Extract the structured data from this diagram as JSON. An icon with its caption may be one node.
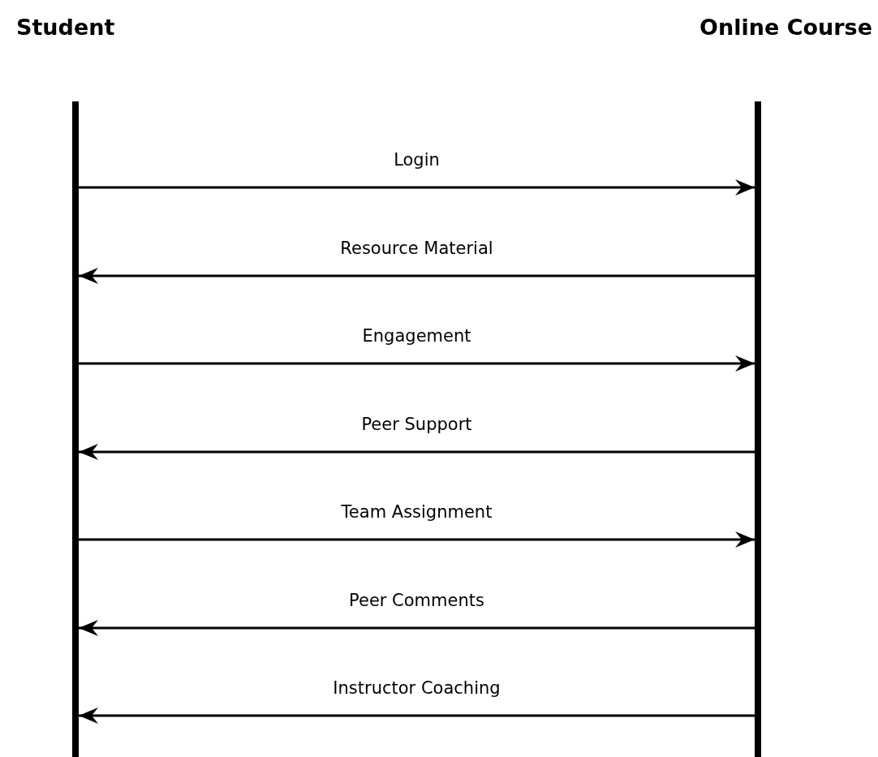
{
  "diagram": {
    "nodes": [
      {
        "text": [
          "Student"
        ]
      },
      {
        "text": [
          "Online Course"
        ]
      }
    ],
    "edges": [
      {
        "from": 0,
        "to": 1,
        "arrow": "to",
        "label": "Login"
      },
      {
        "from": 1,
        "to": 0,
        "arrow": "to",
        "label": "Resource Material"
      },
      {
        "from": 0,
        "to": 1,
        "arrow": "to",
        "label": "Engagement"
      },
      {
        "from": 1,
        "to": 0,
        "arrow": "to",
        "label": "Peer Support"
      },
      {
        "from": 0,
        "to": 1,
        "arrow": "to",
        "label": "Team Assignment"
      },
      {
        "from": 1,
        "to": 0,
        "arrow": "to",
        "label": "Peer Comments"
      },
      {
        "from": 1,
        "to": 0,
        "arrow": "to",
        "label": "Instructor Coaching"
      }
    ]
  }
}
